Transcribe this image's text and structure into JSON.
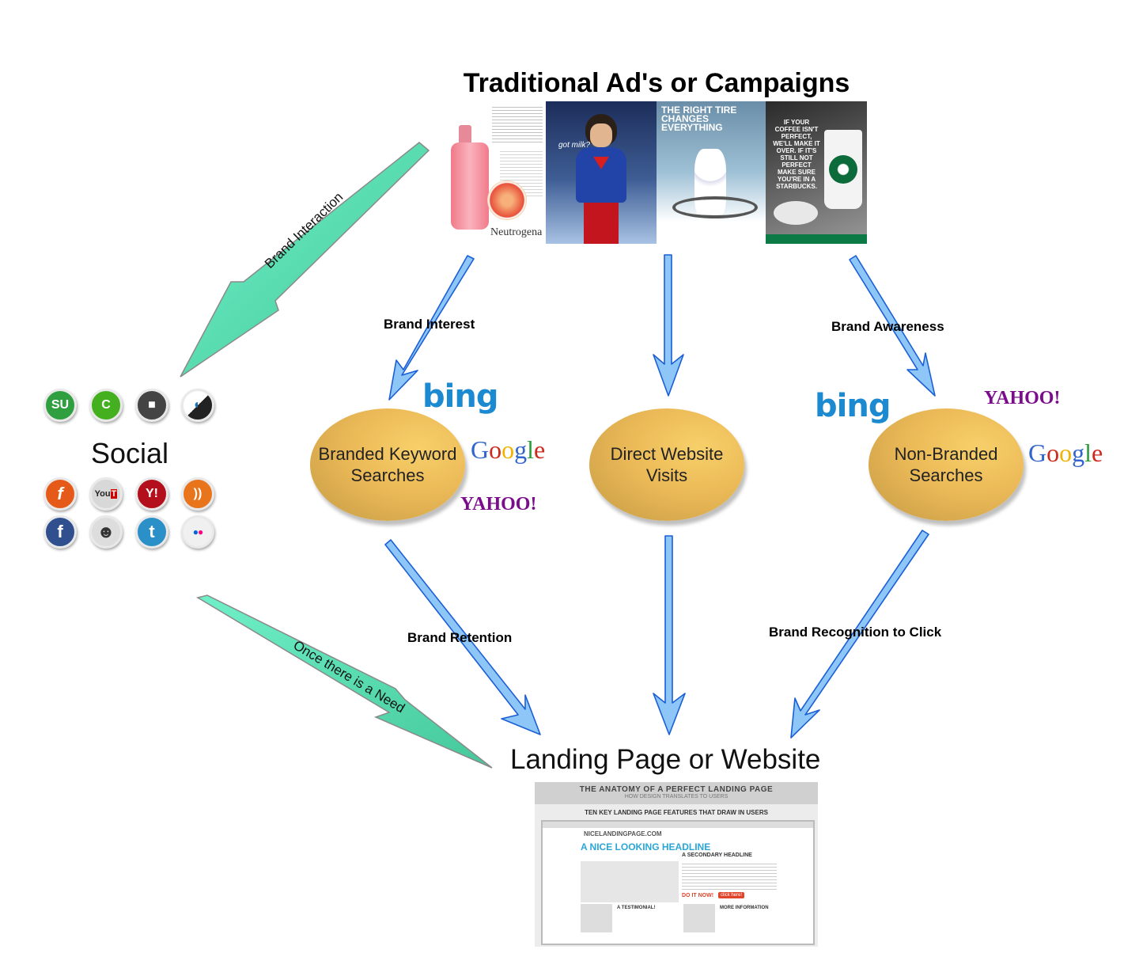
{
  "title": "Traditional Ad's or Campaigns",
  "labels": {
    "brand_interaction": "Brand Interaction",
    "brand_interest": "Brand Interest",
    "brand_awareness": "Brand Awareness",
    "brand_retention": "Brand Retention",
    "brand_recognition": "Brand Recognition to Click",
    "once_need": "Once there is a Need"
  },
  "nodes": {
    "branded_line1": "Branded Keyword",
    "branded_line2": "Searches",
    "direct_line1": "Direct Website",
    "direct_line2": "Visits",
    "nonbranded_line1": "Non-Branded",
    "nonbranded_line2": "Searches"
  },
  "social": "Social",
  "landing": "Landing Page or Website",
  "logos": {
    "bing": "bing",
    "google": "Google",
    "yahoo": "YAHOO!"
  },
  "ads": {
    "neutrogena_brand": "Neutrogena",
    "superman_text": "got milk?",
    "michelin_head": "THE RIGHT TIRE CHANGES EVERYTHING",
    "starbucks_head": "IF YOUR COFFEE ISN'T PERFECT, WE'LL MAKE IT OVER. IF IT'S STILL NOT PERFECT MAKE SURE YOU'RE IN A STARBUCKS."
  },
  "landing_thumb": {
    "head1": "THE ANATOMY OF A PERFECT LANDING PAGE",
    "head2": "HOW DESIGN TRANSLATES TO USERS",
    "head3": "TEN KEY LANDING PAGE FEATURES THAT DRAW IN USERS",
    "site": "NICELANDINGPAGE.COM",
    "headline": "A NICE LOOKING HEADLINE",
    "secondary": "A SECONDARY HEADLINE",
    "cta": "DO IT NOW!",
    "button": "click here!",
    "testimonial": "A TESTIMONIAL!",
    "more": "MORE INFORMATION"
  },
  "social_icons": [
    {
      "name": "stumbleupon-icon",
      "label": "SU",
      "color": "#2f9f3f"
    },
    {
      "name": "technorati-icon",
      "label": "C",
      "color": "#44b020"
    },
    {
      "name": "delicious-icon",
      "label": "■",
      "color": "#444444"
    },
    {
      "name": "newsvine-icon",
      "label": "◐",
      "color": "#222222"
    },
    {
      "name": "friendfeed-icon",
      "label": "f",
      "color": "#e55a18"
    },
    {
      "name": "youtube-icon",
      "label": "You",
      "color": "#d8d8d8"
    },
    {
      "name": "yahoo-icon",
      "label": "Y!",
      "color": "#b30f1c"
    },
    {
      "name": "rss-icon",
      "label": "))",
      "color": "#e8741c"
    },
    {
      "name": "facebook-icon",
      "label": "f",
      "color": "#2f4f8f"
    },
    {
      "name": "reddit-icon",
      "label": "☻",
      "color": "#dddddd"
    },
    {
      "name": "twitter-icon",
      "label": "t",
      "color": "#2b8fc8"
    },
    {
      "name": "flickr-icon",
      "label": "●●",
      "color": "#f0f0f0"
    }
  ],
  "colors": {
    "blue_arrow": "#7fb8f0",
    "blue_arrow_dark": "#1a5fd6",
    "green_arrow": "#5fe0b8",
    "oval": "#e7b455"
  }
}
